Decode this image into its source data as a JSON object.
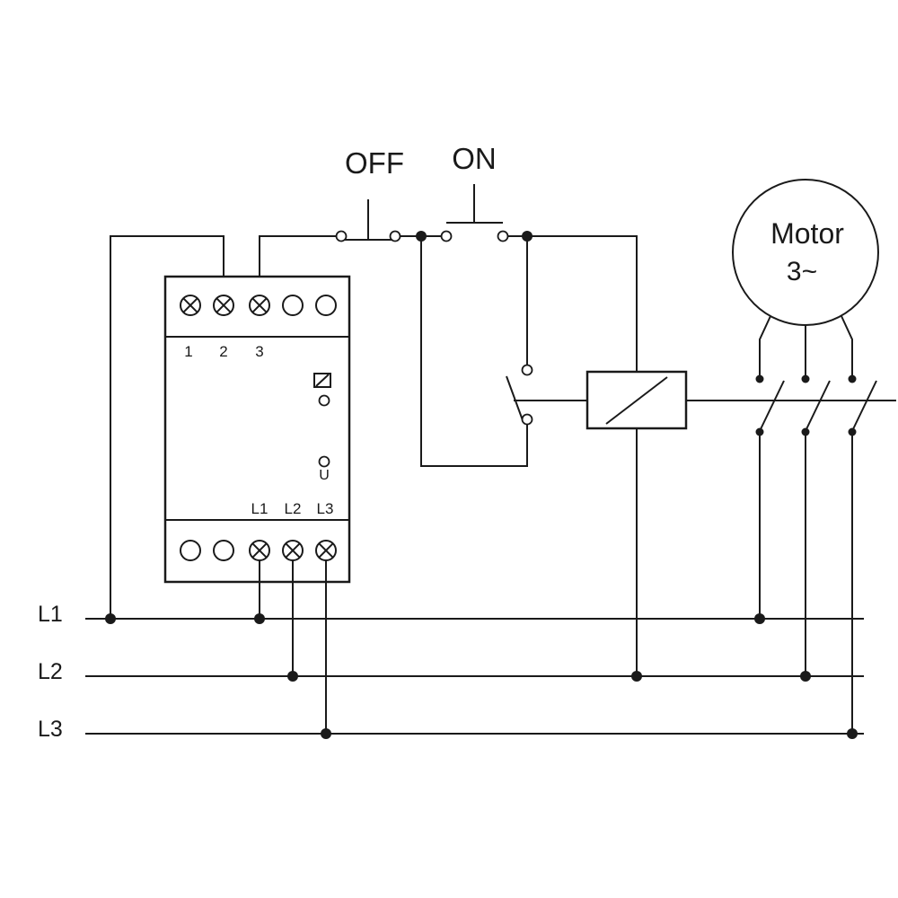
{
  "labels": {
    "off": "OFF",
    "on": "ON",
    "motor_line1": "Motor",
    "motor_line2": "3~",
    "bus_l1": "L1",
    "bus_l2": "L2",
    "bus_l3": "L3"
  },
  "relay_module": {
    "top_terminal_labels": [
      "1",
      "2",
      "3"
    ],
    "bottom_terminal_labels": [
      "L1",
      "L2",
      "L3"
    ],
    "led_label": "U"
  }
}
